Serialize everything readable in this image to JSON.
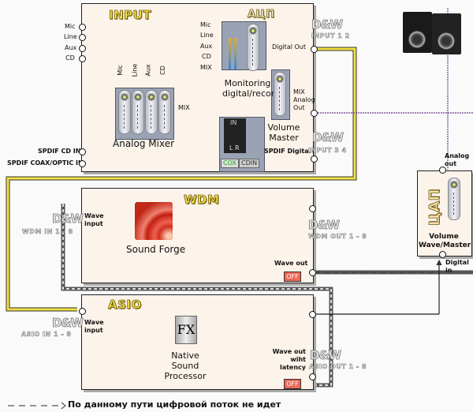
{
  "legend": "По данному пути цифровой поток не идет",
  "input_panel": {
    "title": "INPUT",
    "adc_title": "АЦП",
    "inputs": [
      "Mic",
      "Line",
      "Aux",
      "CD"
    ],
    "mixer_channels": [
      "Mic",
      "Line",
      "Aux",
      "CD"
    ],
    "mixer_label": "Analog Mixer",
    "mix_label": "MIX",
    "adc_inputs": [
      "Mic",
      "Line",
      "Aux",
      "CD",
      "MIX"
    ],
    "monitoring_label": "Monitoring digital/record",
    "digital_out": "Digital Out",
    "volume_master": "Volume Master",
    "mix_analog_out": "MIX Analog Out",
    "spdif_cd_in": "SPDIF CD IN",
    "spdif_coax_in": "SPDIF COAX/OPTIC IN",
    "spdif_digital": "SPDIF Digital",
    "spdif_box": {
      "in": "IN",
      "lr": "L R",
      "cox": "COX",
      "cdin": "CDIN"
    }
  },
  "dsw_ports": {
    "logo": "D&W",
    "input12": "INPUT 1 2",
    "input34": "INPUT 3 4",
    "wdm_in": "WDM IN 1 - 8",
    "wdm_out": "WDM OUT 1 - 8",
    "asio_in": "ASIO IN 1 - 8",
    "asio_out": "ASIO OUT 1 - 8"
  },
  "wdm_panel": {
    "title": "WDM",
    "wave_input": "Wave input",
    "app": "Sound Forge",
    "wave_out": "Wave out",
    "off": "OFF"
  },
  "asio_panel": {
    "title": "ASIO",
    "wave_input": "Wave input",
    "app": "Native Sound Processor",
    "fx": "FX",
    "wave_out": "Wave out wiht latency",
    "off": "OFF"
  },
  "dac_panel": {
    "title": "ЦАП",
    "analog_out": "Analog out",
    "volume": "Volume Wave/Master",
    "digital_in": "Digital in"
  }
}
